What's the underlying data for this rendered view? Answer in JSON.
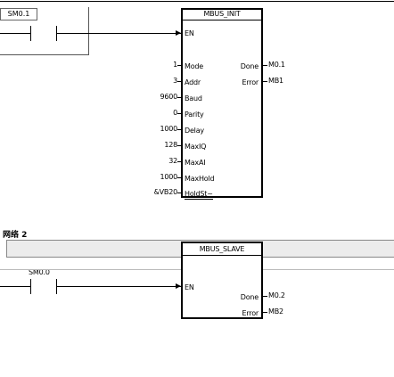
{
  "top_line_color": "#000000",
  "network1": {
    "contact": {
      "label": "SM0.1"
    },
    "block": {
      "title": "MBUS_INIT",
      "en": "EN",
      "inputs": [
        {
          "value": "1",
          "name": "Mode"
        },
        {
          "value": "3",
          "name": "Addr"
        },
        {
          "value": "9600",
          "name": "Baud"
        },
        {
          "value": "0",
          "name": "Parity"
        },
        {
          "value": "1000",
          "name": "Delay"
        },
        {
          "value": "128",
          "name": "MaxIQ"
        },
        {
          "value": "32",
          "name": "MaxAI"
        },
        {
          "value": "1000",
          "name": "MaxHold"
        },
        {
          "value": "&VB20",
          "name": "HoldSt~"
        }
      ],
      "outputs": [
        {
          "name": "Done",
          "value": "M0.1"
        },
        {
          "name": "Error",
          "value": "MB1"
        }
      ]
    }
  },
  "network2": {
    "header": "网络 2",
    "contact": {
      "label": "SM0.0"
    },
    "block": {
      "title": "MBUS_SLAVE",
      "en": "EN",
      "outputs": [
        {
          "name": "Done",
          "value": "M0.2"
        },
        {
          "name": "Error",
          "value": "MB2"
        }
      ]
    }
  }
}
